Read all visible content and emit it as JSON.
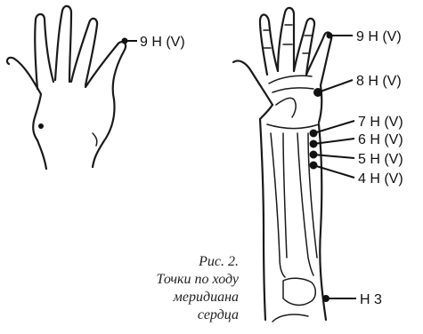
{
  "figure": {
    "caption_lines": [
      "Рис. 2.",
      "Точки по ходу",
      "меридиана",
      "сердца"
    ]
  },
  "labels": {
    "left_9": "9 H (V)",
    "right_9": "9 H (V)",
    "p8": "8 H (V)",
    "p7": "7 H (V)",
    "p6": "6 H (V)",
    "p5": "5 H (V)",
    "p4": "4 H (V)",
    "h3": "H 3"
  }
}
